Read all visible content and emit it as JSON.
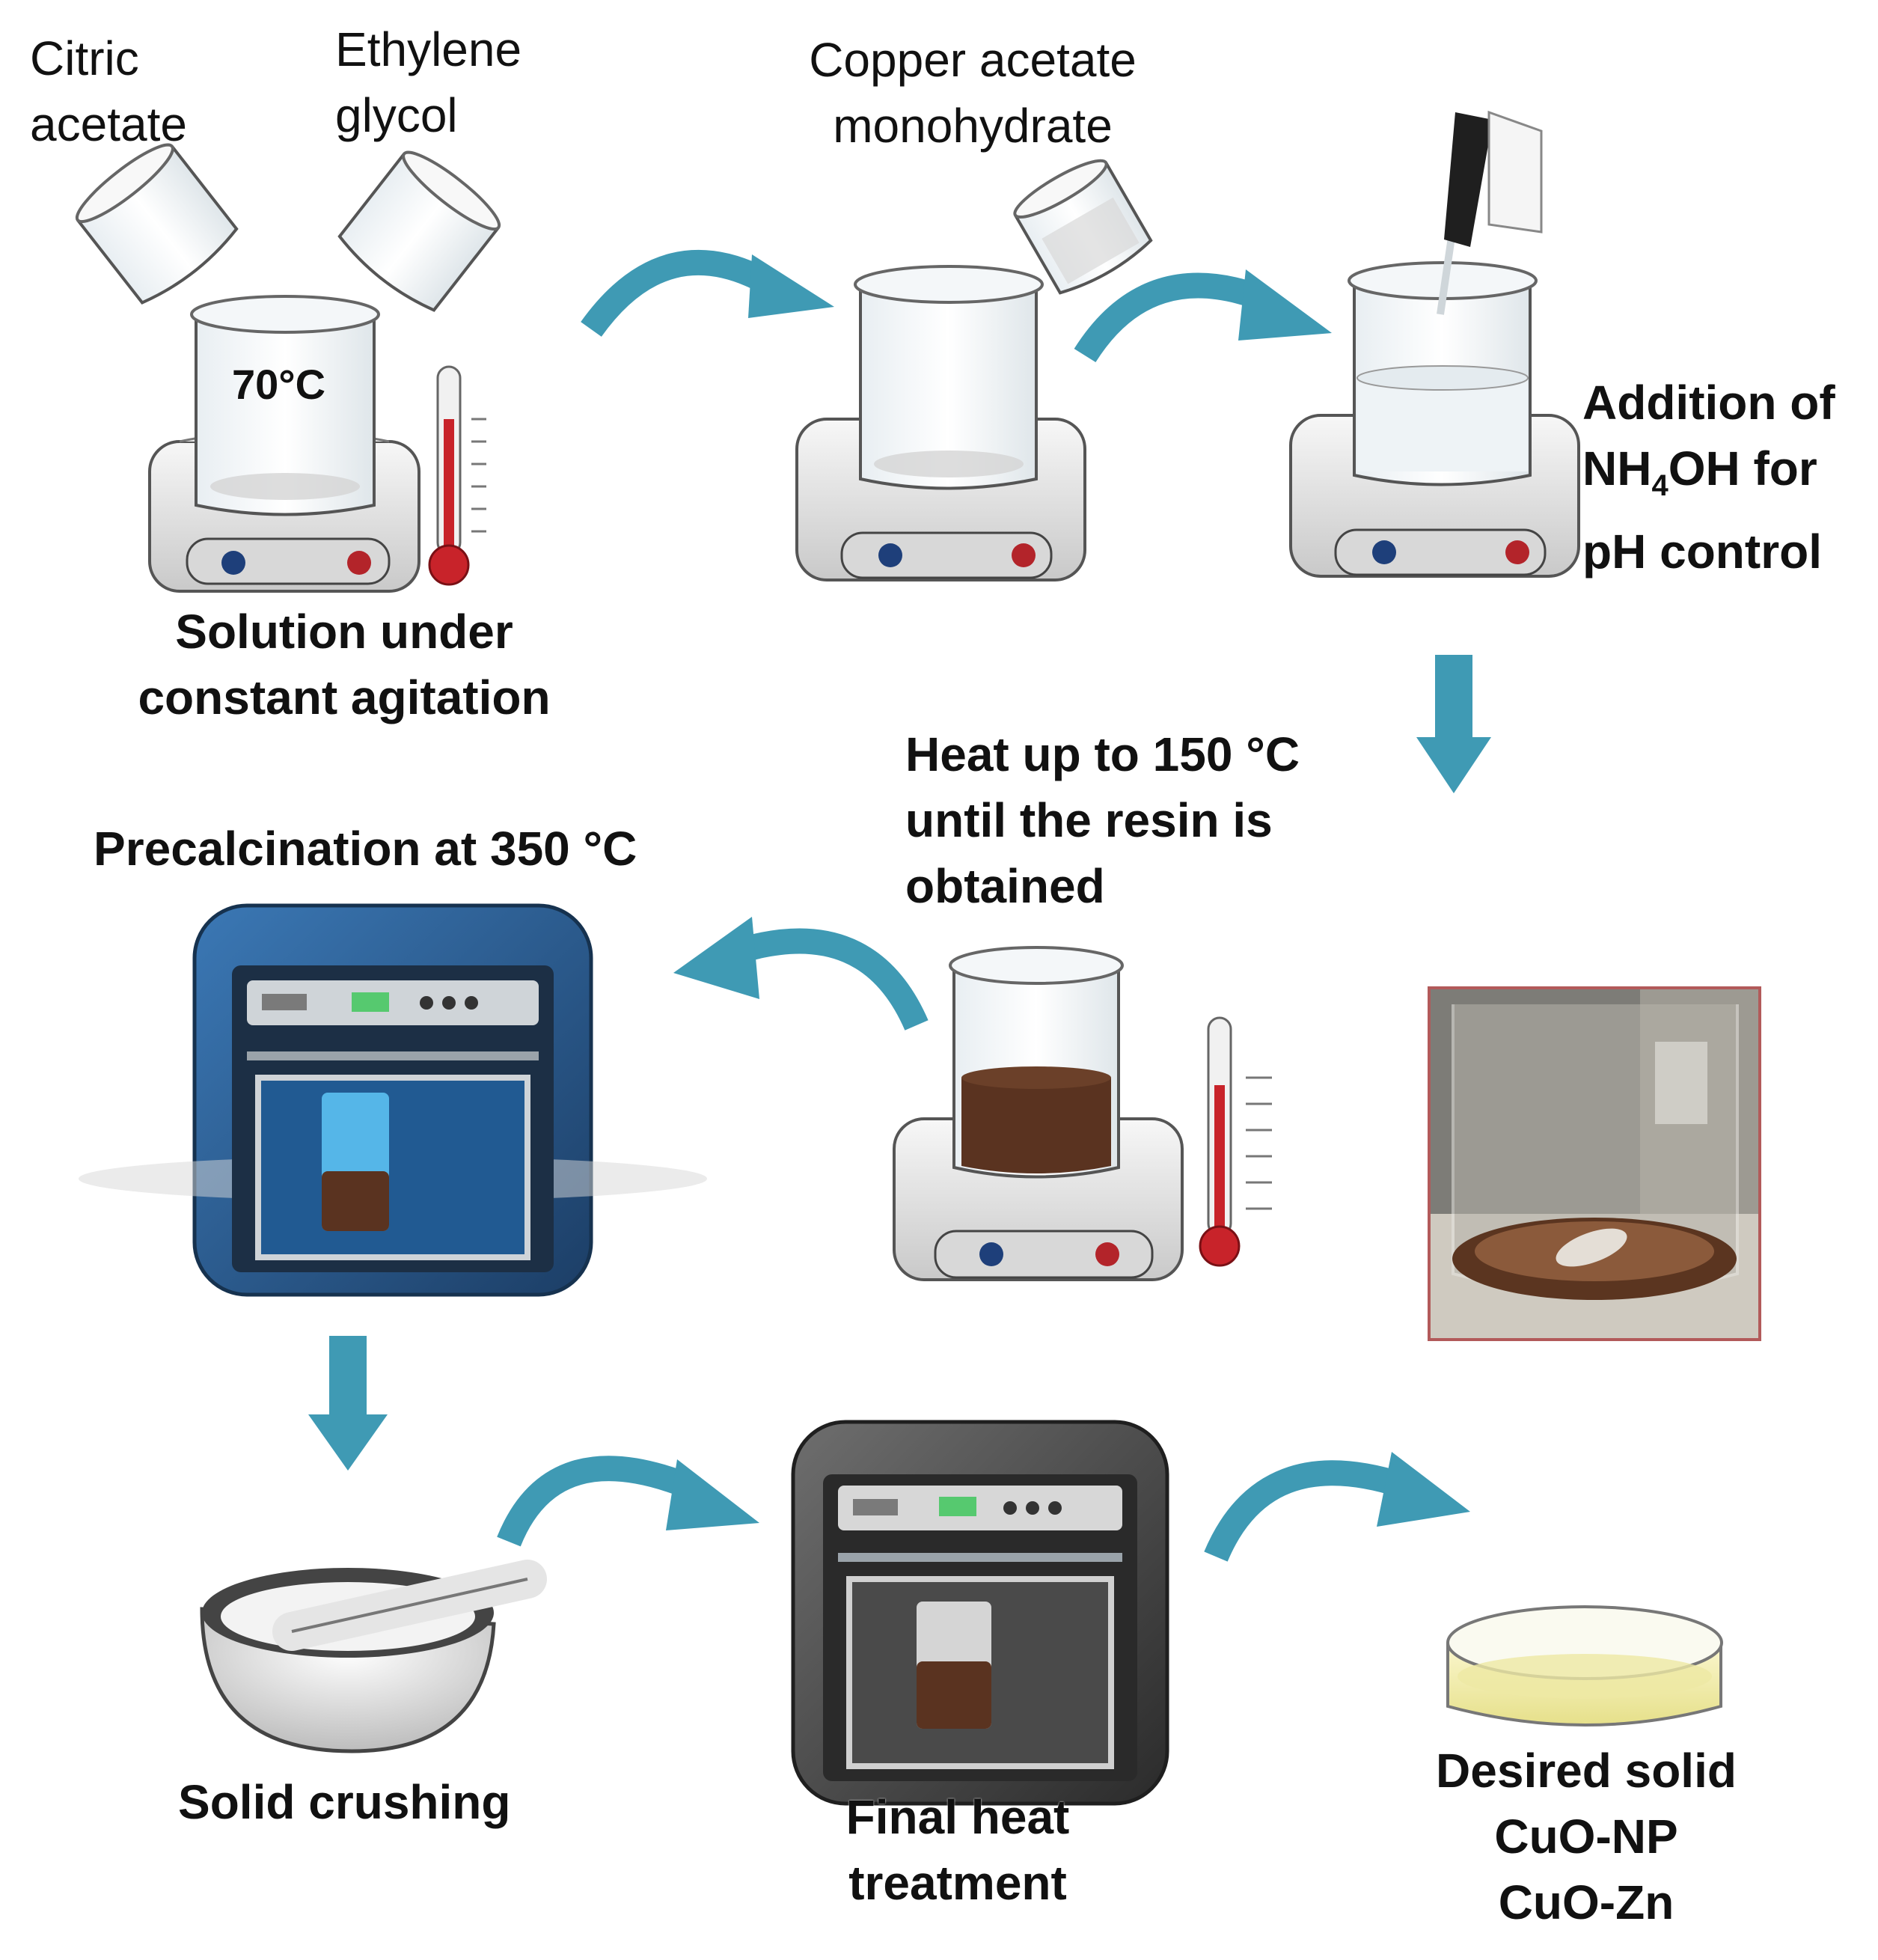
{
  "labels": {
    "citric": [
      "Citric",
      "acetate"
    ],
    "ethylene": [
      "Ethylene",
      "glycol"
    ],
    "temp70": "70°C",
    "copper": [
      "Copper acetate",
      "monohydrate"
    ],
    "nh4oh_line1": "Addition of",
    "nh4oh_line2_pre": "NH",
    "nh4oh_line2_sub": "4",
    "nh4oh_line2_post": "OH for",
    "nh4oh_line3": "pH control",
    "solution": [
      "Solution under",
      "constant agitation"
    ],
    "heat": [
      "Heat up to 150 °C",
      "until the resin is",
      "obtained"
    ],
    "precalc": "Precalcination at 350 °C",
    "crushing": "Solid crushing",
    "final": [
      "Final heat",
      "treatment"
    ],
    "desired": [
      "Desired solid",
      "CuO-NP",
      "CuO-Zn"
    ]
  },
  "colors": {
    "arrow": "#3f9ab4",
    "oven_blue": "#2a5a8c",
    "oven_gray": "#4a4a4a",
    "resin": "#5a3320",
    "thermometer_red": "#c8232a",
    "photo_border": "#b25a5a"
  }
}
